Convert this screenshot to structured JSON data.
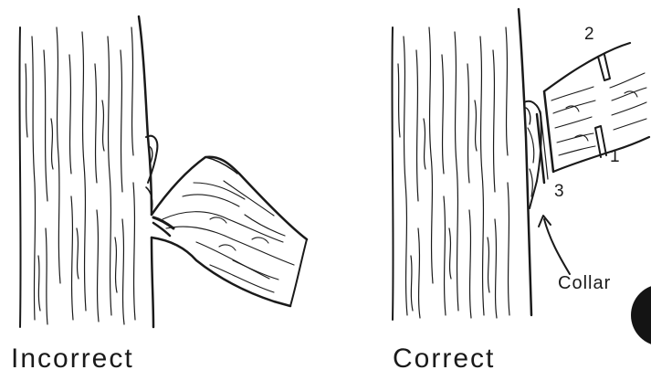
{
  "panels": [
    {
      "caption": "Incorrect"
    },
    {
      "caption": "Correct"
    }
  ],
  "cut_numbers": [
    "1",
    "2",
    "3"
  ],
  "collar_label": "Collar"
}
